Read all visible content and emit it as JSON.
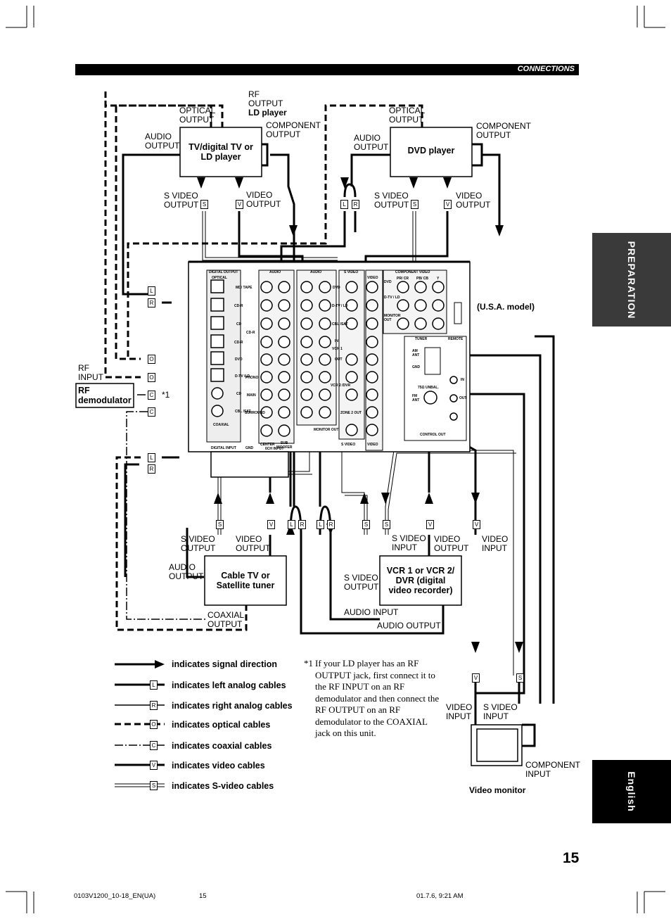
{
  "header": {
    "section": "CONNECTIONS"
  },
  "side_tabs": {
    "preparation": "PREPARATION",
    "english": "English"
  },
  "page_number": "15",
  "devices": {
    "tv": {
      "name": "TV/digital TV or\nLD player",
      "optical": "OPTICAL\nOUTPUT",
      "rf": "RF\nOUTPUT",
      "rf_note": "LD player",
      "audio": "AUDIO\nOUTPUT",
      "component": "COMPONENT\nOUTPUT",
      "svideo": "S VIDEO\nOUTPUT",
      "video": "VIDEO\nOUTPUT"
    },
    "dvd": {
      "name": "DVD player",
      "optical": "OPTICAL\nOUTPUT",
      "audio": "AUDIO\nOUTPUT",
      "component": "COMPONENT\nOUTPUT",
      "svideo": "S VIDEO\nOUTPUT",
      "video": "VIDEO\nOUTPUT"
    },
    "rf_demod": {
      "name": "RF\ndemodulator",
      "input": "RF\nINPUT",
      "mark": "*1"
    },
    "cable": {
      "name": "Cable TV or\nSatellite tuner",
      "svideo": "S VIDEO\nOUTPUT",
      "video": "VIDEO\nOUTPUT",
      "audio": "AUDIO\nOUTPUT",
      "coaxial": "COAXIAL\nOUTPUT"
    },
    "vcr": {
      "name": "VCR 1 or VCR 2/\nDVR (digital\nvideo recorder)",
      "svideo_in": "S VIDEO\nINPUT",
      "video_out": "VIDEO\nOUTPUT",
      "svideo_out": "S VIDEO\nOUTPUT",
      "audio_in": "AUDIO INPUT",
      "audio_out": "AUDIO OUTPUT"
    },
    "monitor": {
      "name": "Video monitor",
      "video_in": "VIDEO\nINPUT",
      "svideo_in": "S VIDEO\nINPUT",
      "component_in": "COMPONENT\nINPUT",
      "video_in_top": "VIDEO\nINPUT"
    }
  },
  "model_note": "(U.S.A. model)",
  "plug_letters": {
    "L": "L",
    "R": "R",
    "S": "S",
    "V": "V",
    "O": "O",
    "C": "C"
  },
  "legend": [
    {
      "type": "signal",
      "text": "indicates signal direction"
    },
    {
      "type": "left",
      "text": "indicates left analog cables",
      "mark": "L"
    },
    {
      "type": "right",
      "text": "indicates right analog cables",
      "mark": "R"
    },
    {
      "type": "optical",
      "text": "indicates optical cables",
      "mark": "O"
    },
    {
      "type": "coaxial",
      "text": "indicates coaxial cables",
      "mark": "C"
    },
    {
      "type": "video",
      "text": "indicates video cables",
      "mark": "V"
    },
    {
      "type": "svideo",
      "text": "indicates S-video cables",
      "mark": "S"
    }
  ],
  "footnote": {
    "mark": "*1",
    "text": "If your LD player has an RF OUTPUT jack, first connect it to the RF INPUT on an RF demodulator and then connect the RF OUTPUT on an RF demodulator to the COAXIAL jack on this unit."
  },
  "receiver": {
    "digital_output": "DIGITAL OUTPUT",
    "audio": "AUDIO",
    "s_video": "S VIDEO",
    "video": "VIDEO",
    "component_video": "COMPONENT VIDEO",
    "pr_cr": "PR/ CR",
    "pb_cb": "PB/ CB",
    "y": "Y",
    "optical": "OPTICAL",
    "coaxial": "COAXIAL",
    "digital_input": "DIGITAL INPUT",
    "gnd": "GND",
    "tuner": "TUNER",
    "remote": "REMOTE",
    "control_out": "CONTROL OUT",
    "zone2_out": "ZONE 2 OUT",
    "monitor_out": "MONITOR OUT",
    "am_ant": "AM\nANT",
    "fm_ant": "FM\nANT",
    "in": "IN",
    "out": "OUT",
    "dvd": "DVD",
    "dtv_ld": "D-TV / LD",
    "cbl_sat": "CBL /SAT",
    "vcr1": "VCR 1",
    "vcr2_dvr": "VCR 2 /DVR",
    "cd": "CD",
    "cdr": "CD-R",
    "phono": "PHONO",
    "main": "MAIN",
    "surround": "SURROUND",
    "center": "CENTER",
    "subwoofer": "SUB WOOFER",
    "sc_input": "6CH INPUT",
    "md_tape": "MD/ TAPE",
    "dtv_ld2": "D-TV /LD",
    "unbal": "75Ω UNBAL.",
    "ohm": "75Ω"
  },
  "footer": {
    "left": "0103V1200_10-18_EN(UA)",
    "center": "15",
    "right": "01.7.6, 9:21 AM"
  }
}
